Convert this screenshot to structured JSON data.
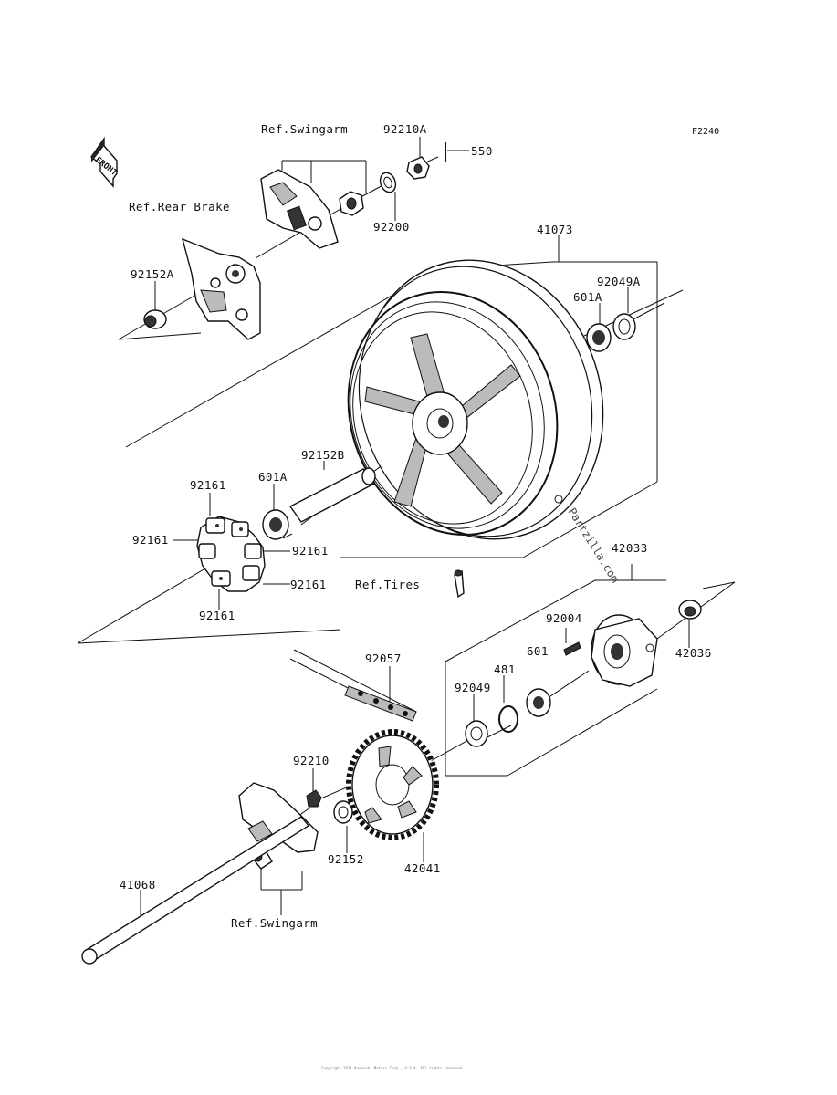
{
  "diagram_code": "F2240",
  "front_arrow_text": "FRONT",
  "watermark": "Partzilla.com",
  "footer_text": "Copyright 2011 Kawasaki Motors Corp., U.S.A. All rights reserved.",
  "callouts": {
    "ref_swingarm_top": "Ref.Swingarm",
    "ref_rear_brake": "Ref.Rear Brake",
    "ref_tires": "Ref.Tires",
    "ref_swingarm_bottom": "Ref.Swingarm"
  },
  "parts": {
    "p92210A": "92210A",
    "p550": "550",
    "p92200": "92200",
    "p41073": "41073",
    "p92152A": "92152A",
    "p92049A": "92049A",
    "p601A_top": "601A",
    "p92152B": "92152B",
    "p601A_mid": "601A",
    "p92161_a": "92161",
    "p92161_b": "92161",
    "p92161_c": "92161",
    "p92161_d": "92161",
    "p92161_e": "92161",
    "p42033": "42033",
    "p92004": "92004",
    "p601": "601",
    "p42036": "42036",
    "p92057": "92057",
    "p481": "481",
    "p92049": "92049",
    "p92210": "92210",
    "p92152": "92152",
    "p42041": "42041",
    "p41068": "41068"
  }
}
